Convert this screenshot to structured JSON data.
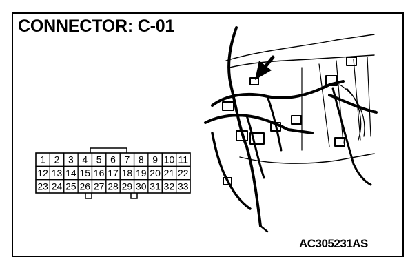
{
  "title": "CONNECTOR: C-01",
  "ref_code": "AC305231AS",
  "connector": {
    "rows": [
      [
        "1",
        "2",
        "3",
        "4",
        "5",
        "6",
        "7",
        "8",
        "9",
        "10",
        "11"
      ],
      [
        "12",
        "13",
        "14",
        "15",
        "16",
        "17",
        "18",
        "19",
        "20",
        "21",
        "22"
      ],
      [
        "23",
        "24",
        "25",
        "26",
        "27",
        "28",
        "29",
        "30",
        "31",
        "32",
        "33"
      ]
    ]
  },
  "colors": {
    "line": "#000000",
    "background": "#ffffff"
  }
}
